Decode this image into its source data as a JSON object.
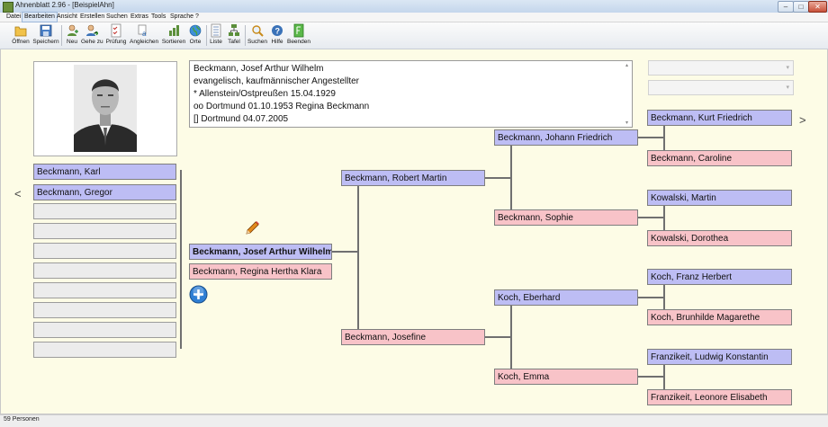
{
  "window": {
    "title": "Ahnenblatt 2.96 - [BeispielAhn]",
    "min": "–",
    "max": "□",
    "close": "✕"
  },
  "menu": [
    "Datei",
    "Bearbeiten",
    "Ansicht",
    "Erstellen",
    "Suchen",
    "Extras",
    "Tools",
    "Sprache",
    "?"
  ],
  "menu_active_index": 1,
  "toolbar": {
    "open": "Öffnen",
    "save": "Speichern",
    "new": "Neu",
    "goto": "Gehe zu",
    "check": "Prüfung",
    "merge": "Angleichen",
    "sort": "Sortieren",
    "places": "Orte",
    "list": "Liste",
    "table": "Tafel",
    "search": "Suchen",
    "help": "Hilfe",
    "exit": "Beenden"
  },
  "info": {
    "lines": [
      "Beckmann, Josef Arthur Wilhelm",
      "evangelisch, kaufmännischer Angestellter",
      "* Allenstein/Ostpreußen 15.04.1929",
      "oo Dortmund 01.10.1953 Regina Beckmann",
      "[] Dortmund 04.07.2005"
    ]
  },
  "children": [
    "Beckmann, Karl",
    "Beckmann, Gregor"
  ],
  "nav": {
    "left": "<",
    "right": ">"
  },
  "person": {
    "main": "Beckmann, Josef Arthur Wilhelm",
    "spouse": "Beckmann, Regina Hertha Klara"
  },
  "parents": {
    "father": "Beckmann, Robert Martin",
    "mother": "Beckmann, Josefine"
  },
  "grandparents": {
    "ff": "Beckmann, Johann Friedrich",
    "fm": "Beckmann, Sophie",
    "mf": "Koch, Eberhard",
    "mm": "Koch, Emma"
  },
  "greatgrandparents": {
    "fff": "Beckmann, Kurt Friedrich",
    "ffm": "Beckmann, Caroline",
    "fmf": "Kowalski, Martin",
    "fmm": "Kowalski, Dorothea",
    "mff": "Koch, Franz Herbert",
    "mfm": "Koch, Brunhilde Magarethe",
    "mmf": "Franzikeit, Ludwig Konstantin",
    "mmm": "Franzikeit, Leonore Elisabeth"
  },
  "status": "59 Personen",
  "colors": {
    "male": "#bdbdf4",
    "female": "#f8c3c8",
    "background": "#fdfce6"
  },
  "icons": {
    "edit": "pencil-icon",
    "add": "plus-circle-icon"
  }
}
